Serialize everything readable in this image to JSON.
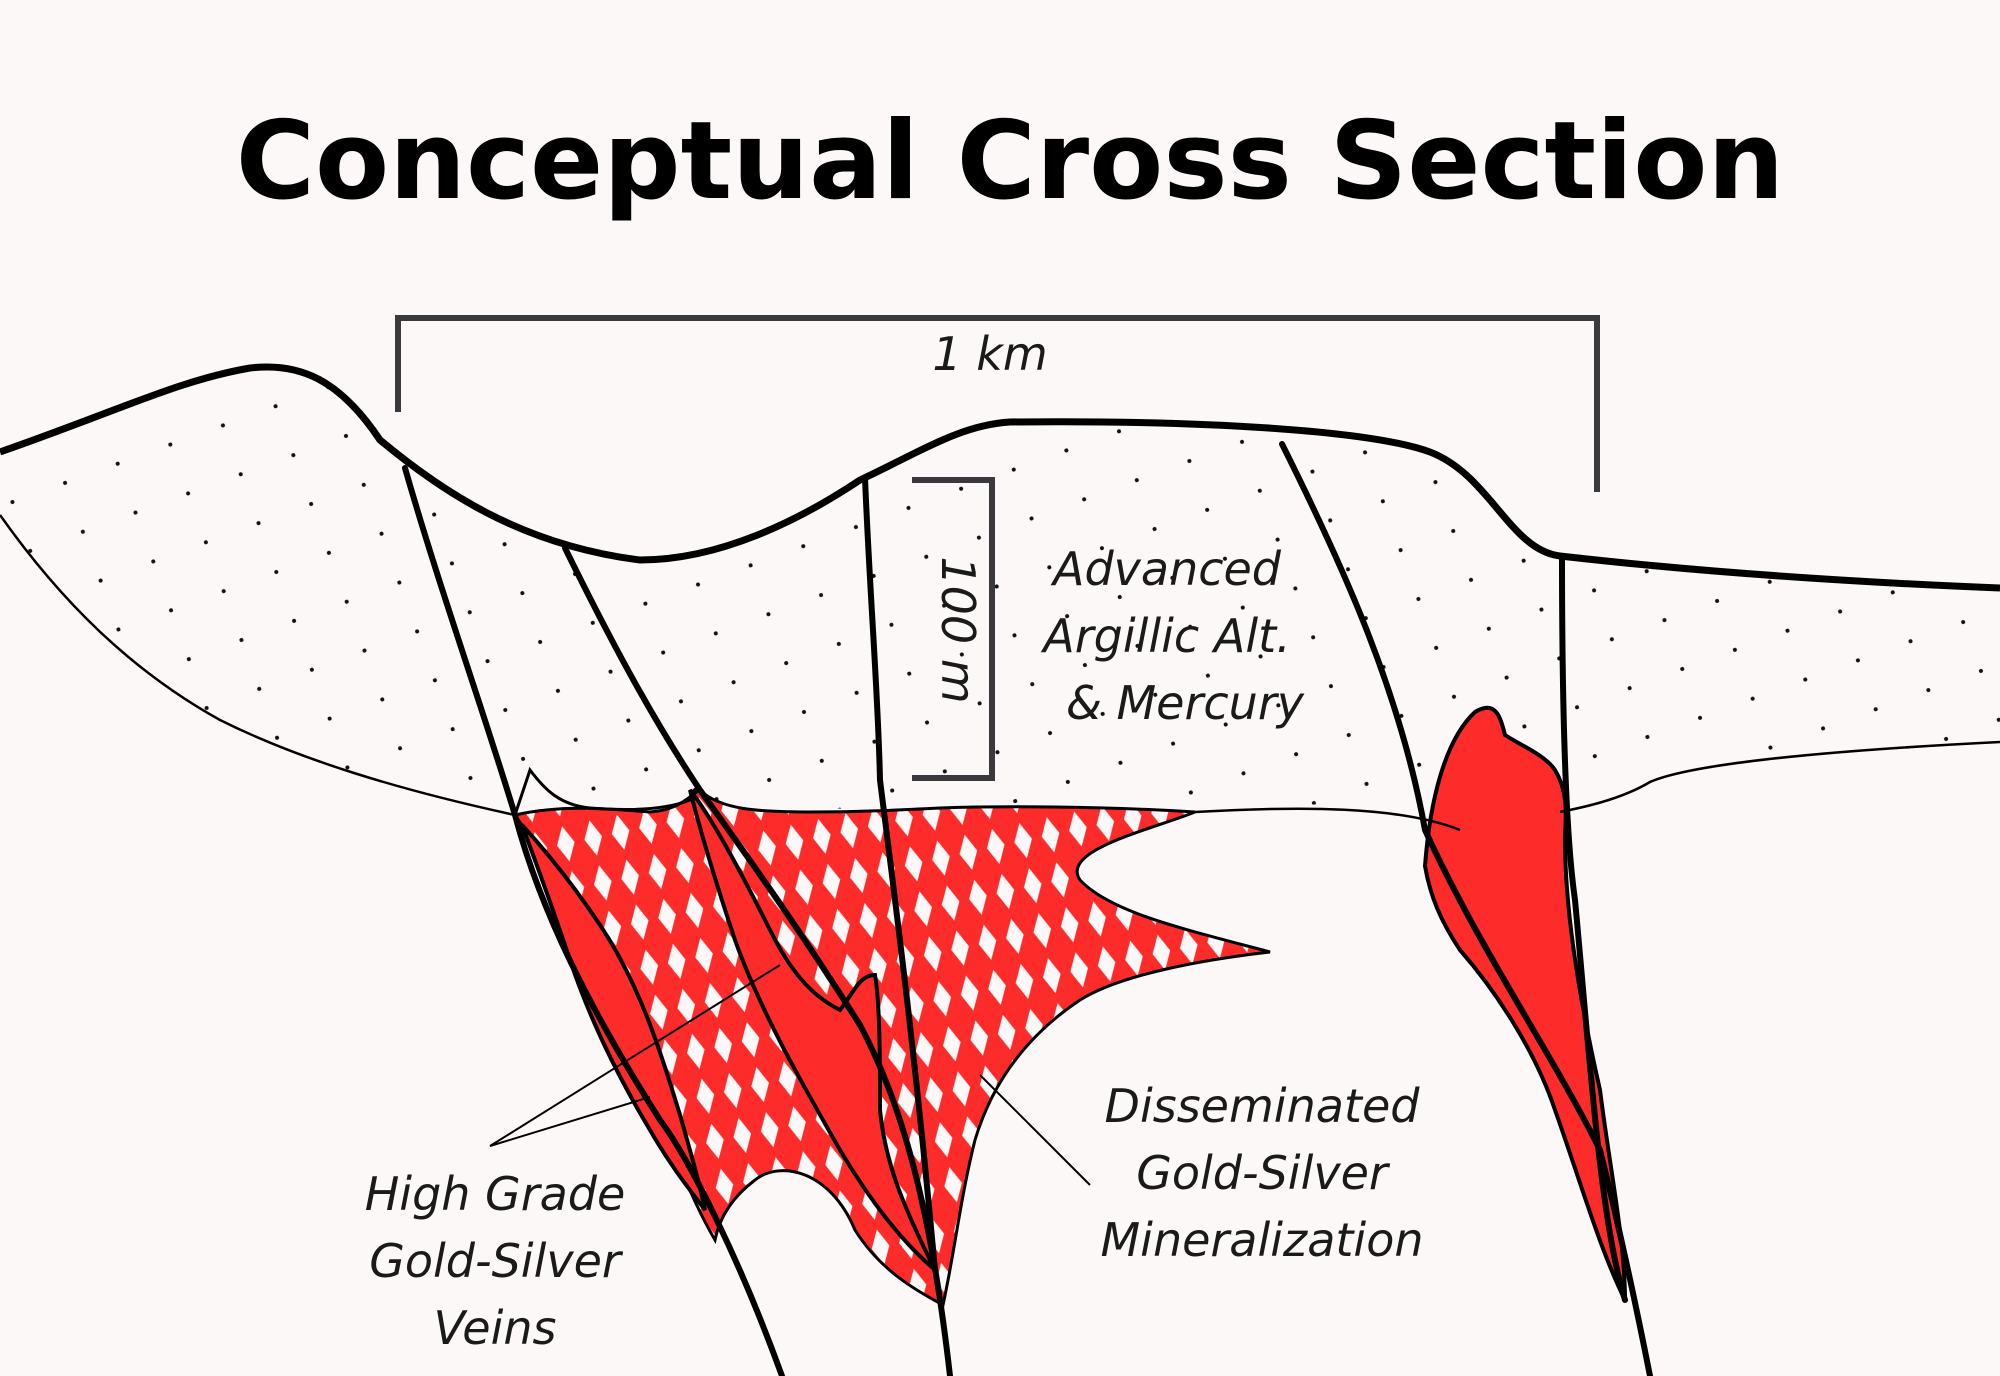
{
  "title": "Conceptual Cross Section",
  "scale_horizontal": "1 km",
  "scale_vertical": "100 m",
  "labels": {
    "advanced_argillic": [
      "Advanced",
      "Argillic Alt.",
      "& Mercury"
    ],
    "disseminated": [
      "Disseminated",
      "Gold-Silver",
      "Mineralization"
    ],
    "high_grade": [
      "High Grade",
      "Gold-Silver",
      "Veins"
    ]
  },
  "colors": {
    "background": "#fcf8f7",
    "mineralization_red": "#fe2b2b",
    "line": "#000000",
    "scale_bar": "#3a3a3e"
  }
}
